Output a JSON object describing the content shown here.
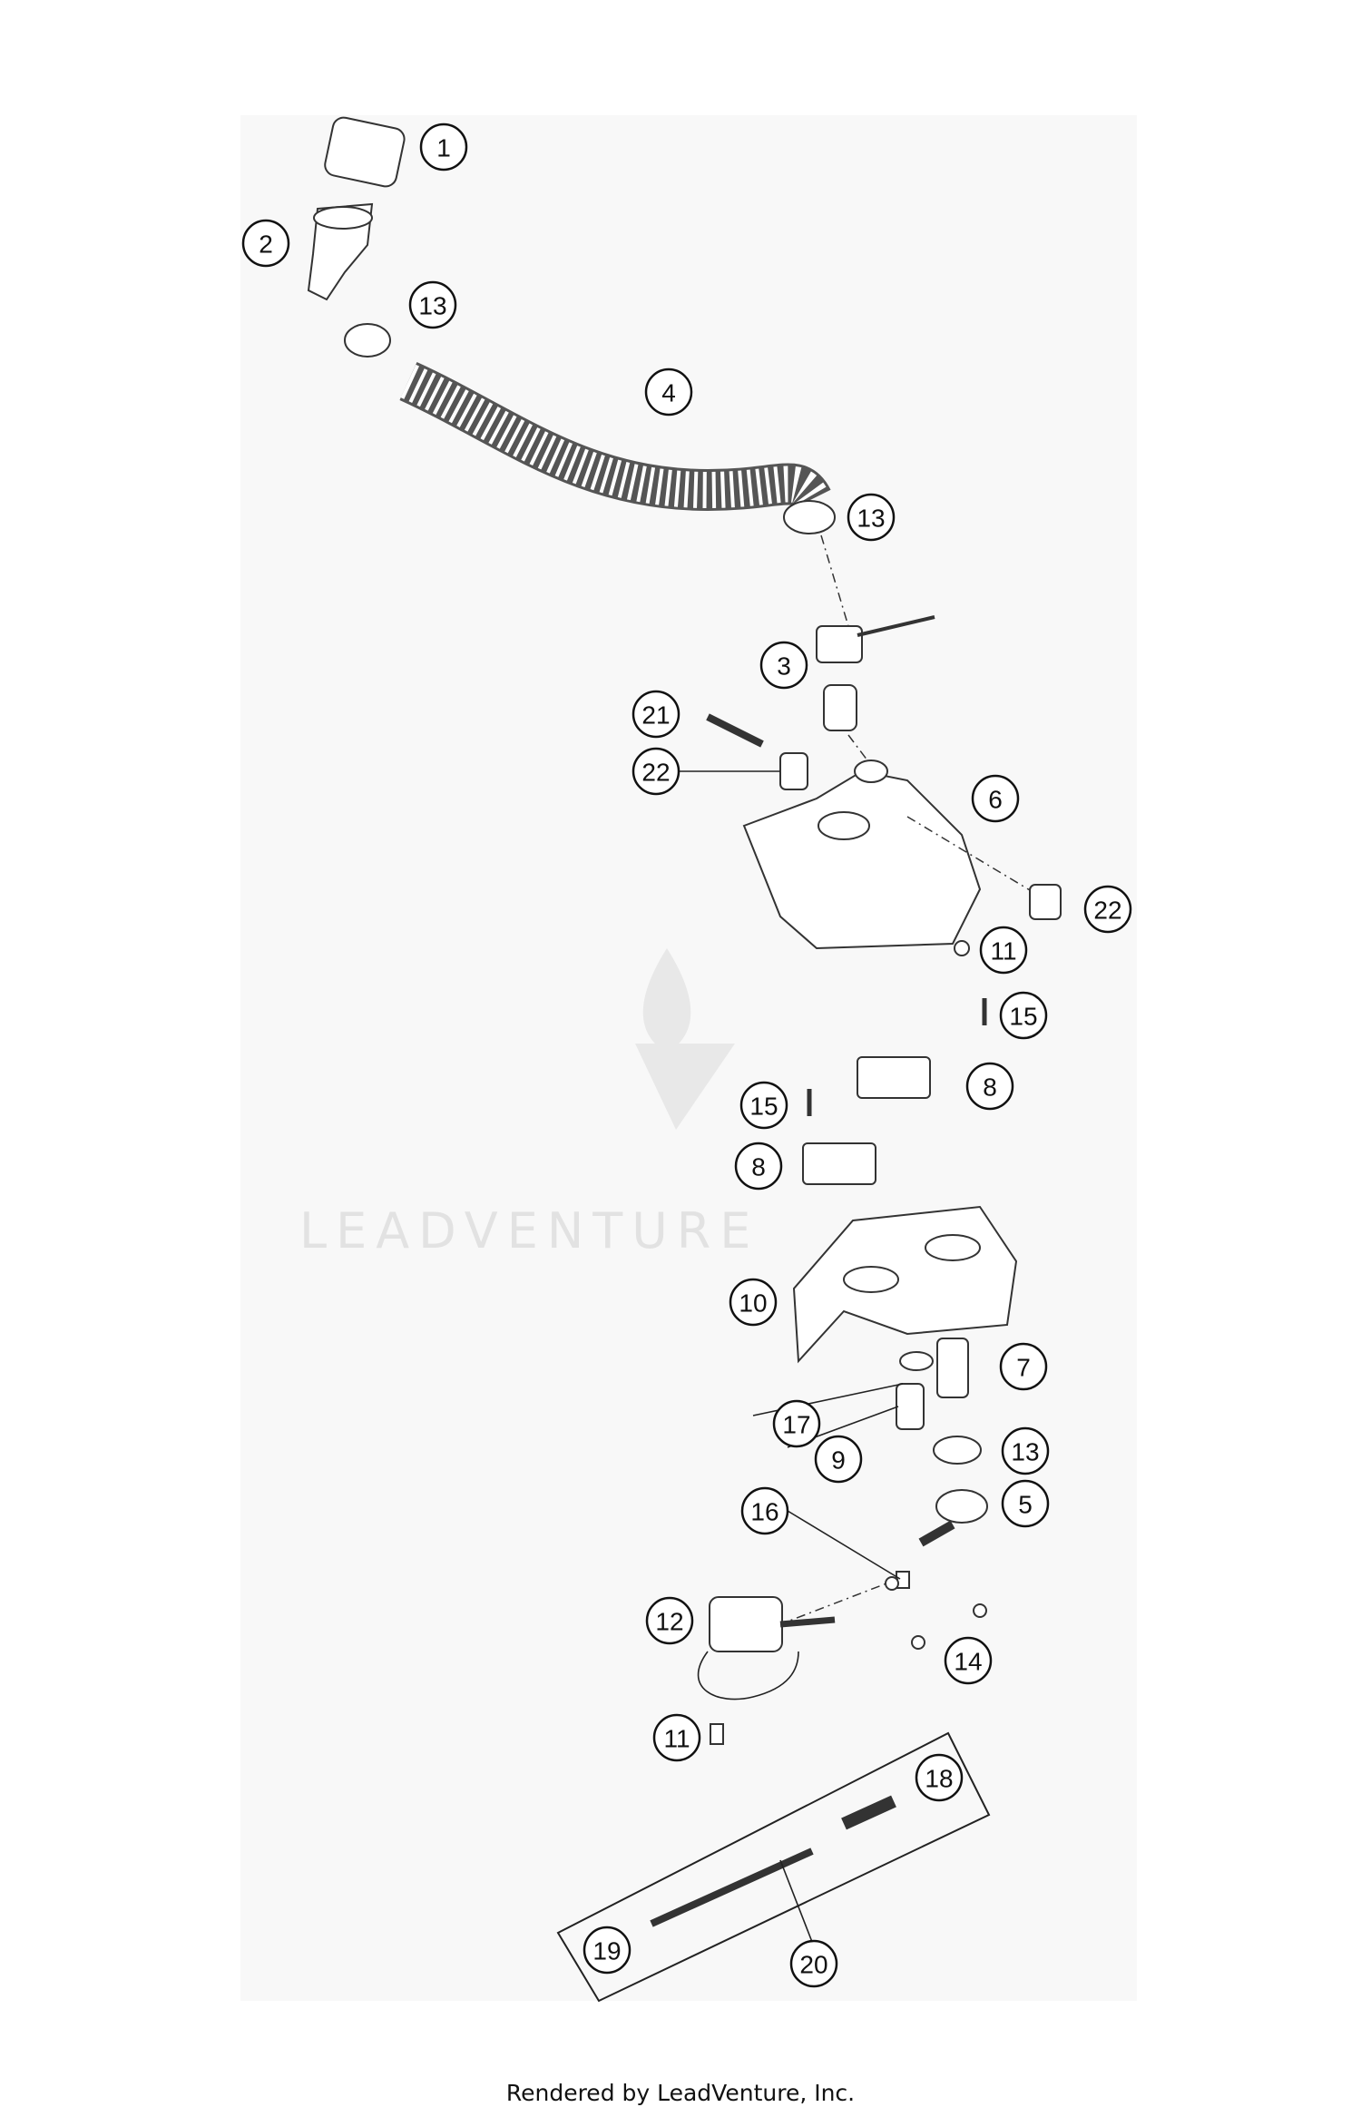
{
  "watermark": {
    "text": "LEADVENTURE"
  },
  "callouts": [
    "1",
    "2",
    "13",
    "4",
    "13",
    "3",
    "21",
    "22",
    "6",
    "22",
    "11",
    "15",
    "8",
    "15",
    "8",
    "10",
    "7",
    "17",
    "9",
    "13",
    "5",
    "16",
    "12",
    "14",
    "11",
    "18",
    "19",
    "20"
  ],
  "footer": "Rendered by LeadVenture, Inc."
}
